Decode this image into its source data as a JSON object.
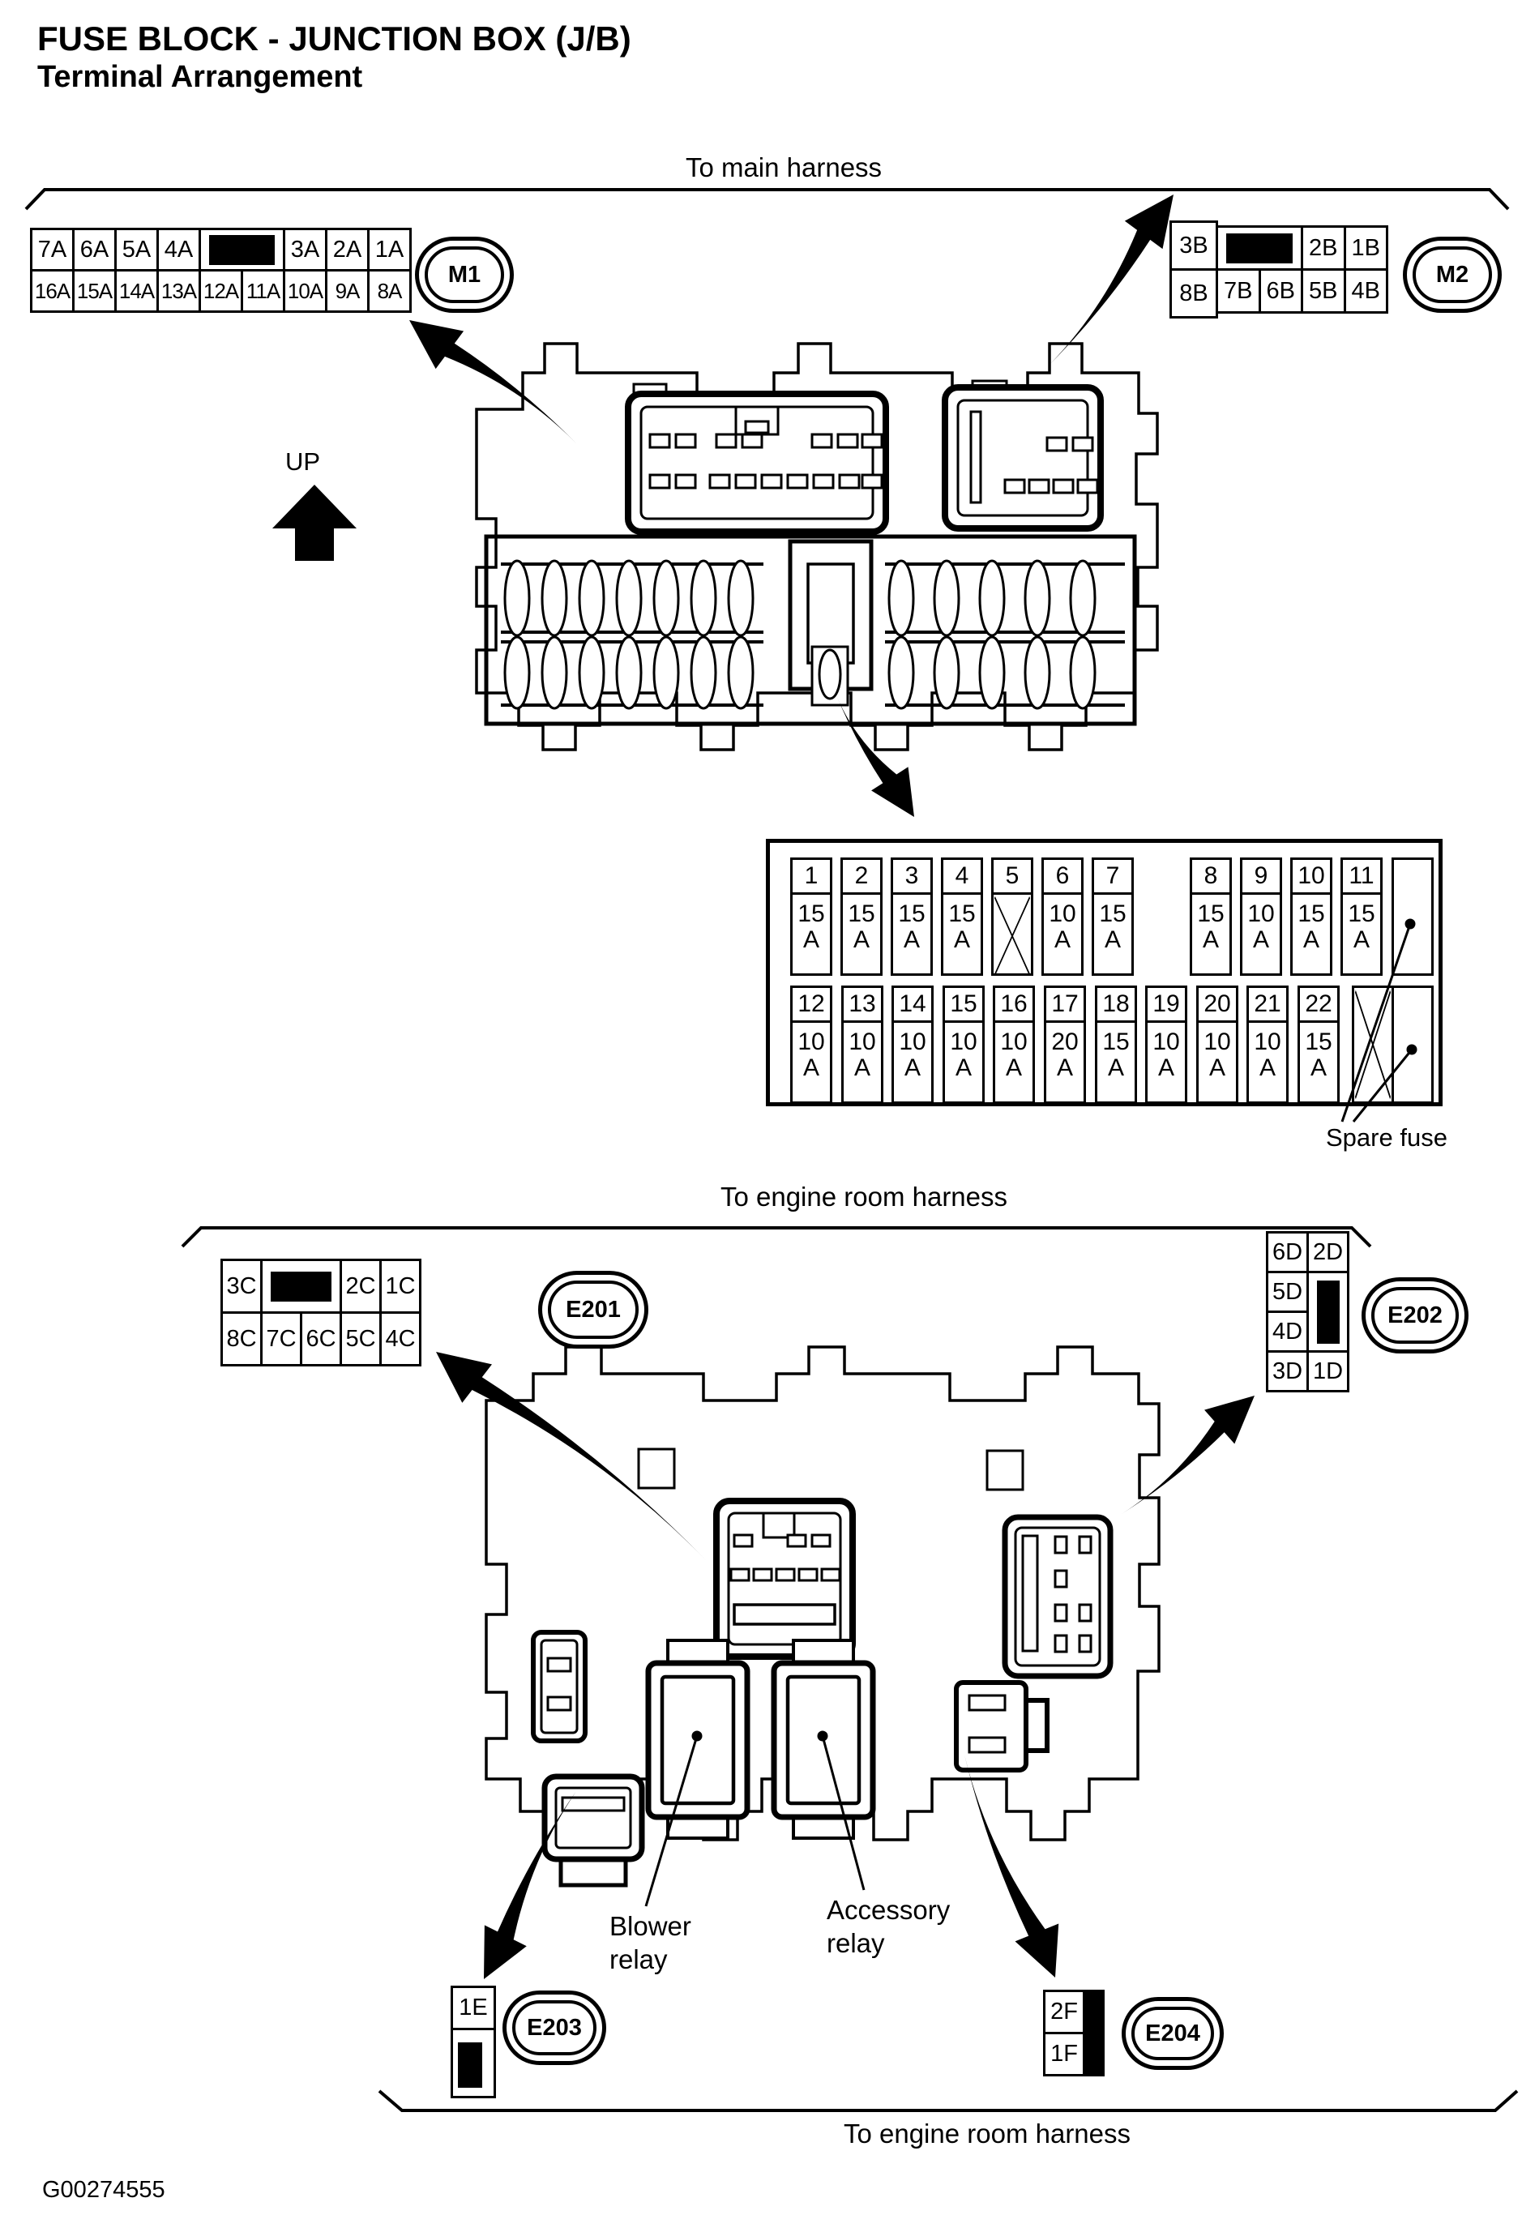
{
  "titles": {
    "main": "FUSE BLOCK - JUNCTION BOX (J/B)",
    "sub": "Terminal Arrangement"
  },
  "labels": {
    "to_main_harness": "To main harness",
    "up": "UP",
    "spare_fuse": "Spare fuse",
    "to_engine_room_harness_mid": "To engine room harness",
    "blower_relay": "Blower relay",
    "accessory_relay": "Accessory relay",
    "to_engine_room_harness_bottom": "To engine room harness",
    "doc_number": "G00274555"
  },
  "connectors": {
    "m1": {
      "oval": "M1",
      "row1": [
        "7A",
        "6A",
        "5A",
        "4A",
        null,
        "3A",
        "2A",
        "1A"
      ],
      "row2": [
        "16A",
        "15A",
        "14A",
        "13A",
        "12A",
        "11A",
        "10A",
        "9A",
        "8A"
      ]
    },
    "m2": {
      "oval": "M2",
      "side": [
        "3B",
        "8B"
      ],
      "row1": [
        null,
        "2B",
        "1B"
      ],
      "row2": [
        "7B",
        "6B",
        "5B",
        "4B"
      ]
    },
    "e201": {
      "oval": "E201",
      "row1": [
        "3C",
        null,
        "2C",
        "1C"
      ],
      "row2": [
        "8C",
        "7C",
        "6C",
        "5C",
        "4C"
      ]
    },
    "e202": {
      "oval": "E202",
      "grid": [
        [
          "6D",
          "2D"
        ],
        [
          "5D",
          null
        ],
        [
          "4D",
          null
        ],
        [
          "3D",
          "1D"
        ]
      ]
    },
    "e203": {
      "oval": "E203",
      "cells": [
        "1E",
        null
      ]
    },
    "e204": {
      "oval": "E204",
      "cells": [
        "2F",
        "1F"
      ]
    }
  },
  "fuse_panel": {
    "amp_unit": "A",
    "top_left": [
      {
        "no": "1",
        "amp": "15"
      },
      {
        "no": "2",
        "amp": "15"
      },
      {
        "no": "3",
        "amp": "15"
      },
      {
        "no": "4",
        "amp": "15"
      },
      {
        "no": "5",
        "amp": "",
        "crossed": true
      },
      {
        "no": "6",
        "amp": "10"
      },
      {
        "no": "7",
        "amp": "15"
      }
    ],
    "top_right": [
      {
        "no": "8",
        "amp": "15"
      },
      {
        "no": "9",
        "amp": "10"
      },
      {
        "no": "10",
        "amp": "15"
      },
      {
        "no": "11",
        "amp": "15"
      }
    ],
    "bottom": [
      {
        "no": "12",
        "amp": "10"
      },
      {
        "no": "13",
        "amp": "10"
      },
      {
        "no": "14",
        "amp": "10"
      },
      {
        "no": "15",
        "amp": "10"
      },
      {
        "no": "16",
        "amp": "10"
      },
      {
        "no": "17",
        "amp": "20"
      },
      {
        "no": "18",
        "amp": "15"
      },
      {
        "no": "19",
        "amp": "10"
      },
      {
        "no": "20",
        "amp": "10"
      },
      {
        "no": "21",
        "amp": "10"
      },
      {
        "no": "22",
        "amp": "15"
      }
    ],
    "blank_crossed_cells": 1,
    "spare_cells": 2
  },
  "colors": {
    "ink": "#000000",
    "paper": "#ffffff"
  }
}
